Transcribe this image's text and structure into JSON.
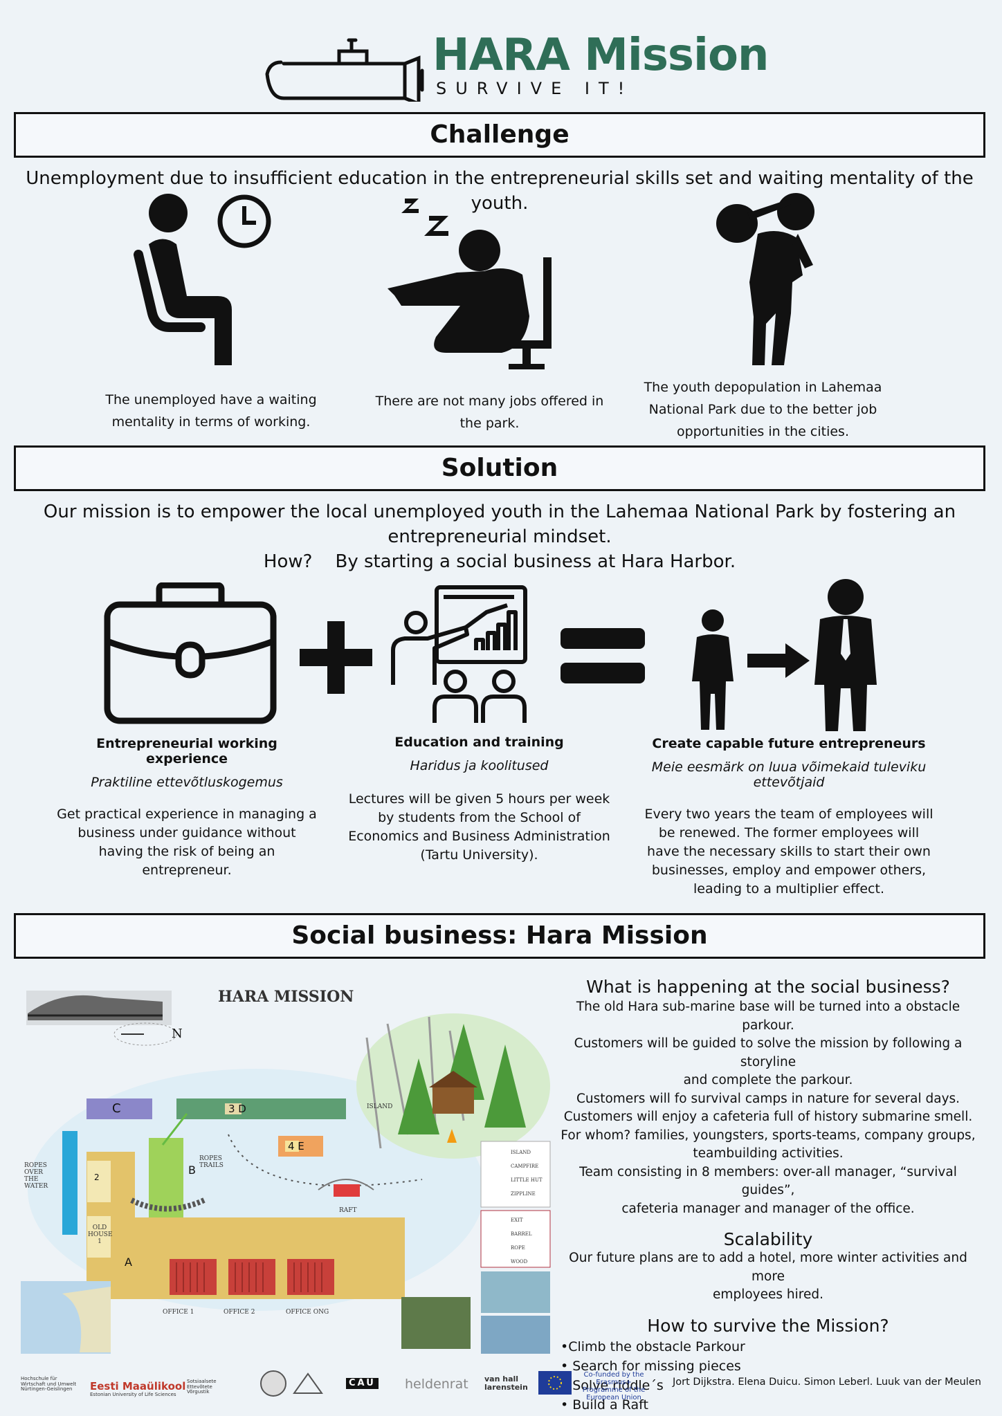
{
  "header": {
    "title": "HARA Mission",
    "tagline": "SURVIVE IT!"
  },
  "challenge": {
    "heading": "Challenge",
    "intro": "Unemployment due to insufficient education in the entrepreneurial skills set and waiting mentality of the youth.",
    "items": [
      {
        "icon": "waiting-person-clock-icon",
        "text_lines": [
          "The unemployed have a waiting",
          "mentality in terms of working."
        ]
      },
      {
        "icon": "sleeping-person-desk-icon",
        "text_lines": [
          "There are not many jobs offered in",
          "the park."
        ]
      },
      {
        "icon": "person-leaving-bundle-icon",
        "text_lines": [
          "The youth depopulation in Lahemaa",
          "National Park due to the better job",
          "opportunities in the cities."
        ]
      }
    ]
  },
  "solution": {
    "heading": "Solution",
    "intro_lines": [
      "Our mission is to empower the local unemployed youth in the Lahemaa National Park by fostering an",
      "entrepreneurial mindset.",
      "How?    By starting a social business at Hara Harbor."
    ],
    "columns": [
      {
        "icon": "briefcase-icon",
        "title": "Entrepreneurial working experience",
        "subtitle": "Praktiline ettevõtluskogemus",
        "text_lines": [
          "Get practical experience in managing a",
          "business under guidance without",
          "having the risk of being an",
          "entrepreneur."
        ]
      },
      {
        "icon": "teacher-presentation-icon",
        "title": "Education and training",
        "subtitle": "Haridus ja koolitused",
        "text_lines": [
          "Lectures will be given 5 hours per week",
          "by students from the School of",
          "Economics and Business Administration",
          "(Tartu University)."
        ]
      },
      {
        "icon": "person-growth-arrow-icon",
        "title": "Create capable future entrepreneurs",
        "subtitle": "Meie eesmärk on luua võimekaid tuleviku ettevõtjaid",
        "text_lines": [
          "Every two years the team of employees will",
          "be renewed. The former employees will",
          "have the necessary skills to start their own",
          "businesses, employ and empower others,",
          "leading to a multiplier effect."
        ]
      }
    ]
  },
  "social_business": {
    "heading": "Social business: Hara Mission",
    "map": {
      "title": "HARA MISSION",
      "compass": "N",
      "zones": [
        "C",
        "3 D",
        "4 E",
        "2",
        "B",
        "A",
        "OLD HOUSE 1"
      ],
      "labels": [
        "ROPES OVER THE WATER",
        "ROPES TRAILS",
        "RAFT",
        "ISLAND",
        "OFFICE 1",
        "OFFICE 2",
        "OFFICE ONG"
      ],
      "legend1": [
        "ISLAND",
        "CAMPFIRE",
        "LITTLE HUT",
        "ZIPPLINE"
      ],
      "legend2": [
        "EXIT",
        "BARREL",
        "ROPE",
        "WOOD"
      ]
    },
    "what": {
      "heading": "What is happening at the social business?",
      "lines": [
        "The old Hara sub-marine base will be turned into a obstacle parkour.",
        "Customers will be guided to solve the mission by following a storyline",
        "and complete the parkour.",
        "Customers will fo survival camps in nature for several days.",
        "Customers will enjoy a cafeteria full of history submarine smell.",
        "For whom? families, youngsters, sports-teams, company groups,",
        "teambuilding activities.",
        "Team consisting in 8 members: over-all manager, “survival guides”,",
        "cafeteria manager and manager of the office."
      ]
    },
    "scalability": {
      "heading": "Scalability",
      "lines": [
        "Our future plans are to add a hotel, more winter activities and more",
        "employees hired."
      ]
    },
    "how": {
      "heading": "How to survive the Mission?",
      "bullets": [
        "•Climb the obstacle Parkour",
        "• Search for missing pieces",
        "• Solve riddle´s",
        "• Build a Raft"
      ]
    }
  },
  "footer": {
    "partners": [
      "Hochschule für Wirtschaft und Umwelt Nürtingen-Geislingen",
      "Eesti Maaülikool",
      "Estonian University of Life Sciences",
      "Sotsiaalsete Ettevõtete Võrgustik",
      "CAU",
      "heldenrat",
      "van hall larenstein",
      "Co-funded by the Erasmus+ Programme of the European Union"
    ],
    "credits": "Jort Dijkstra. Elena Duicu. Simon Leberl. Luuk van der Meulen"
  },
  "colors": {
    "title_green": "#2f6e57",
    "background": "#eef3f7",
    "zone_yellow": "#e3c36a",
    "zone_green": "#5e9e73",
    "zone_purple": "#8b87c9",
    "container_red": "#c8403a"
  }
}
